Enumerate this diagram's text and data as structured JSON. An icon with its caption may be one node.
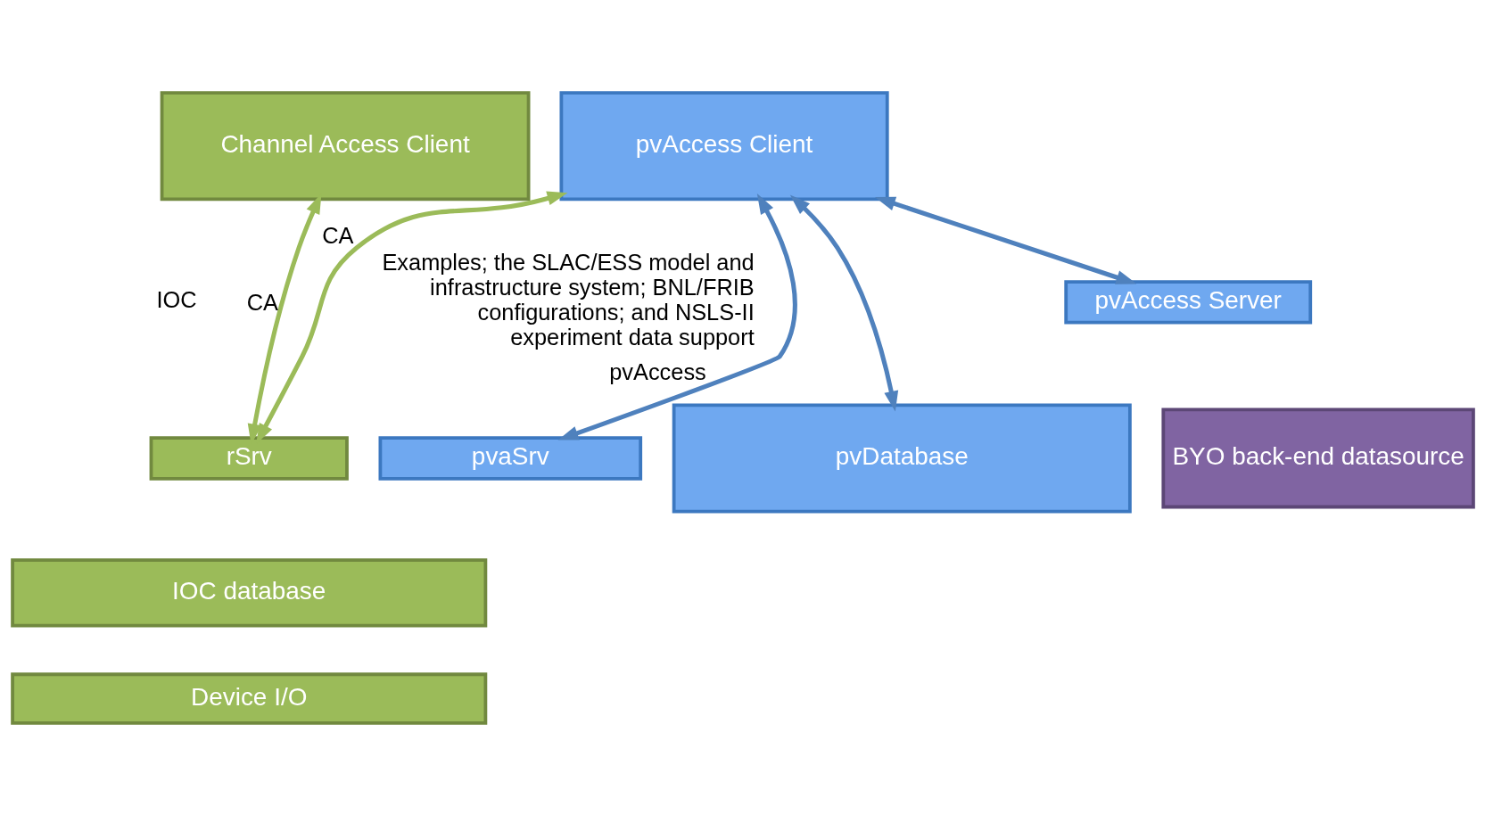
{
  "diagram": {
    "nodes": [
      {
        "text": [
          "Channel Access Client"
        ]
      },
      {
        "text": [
          "pvAccess Client"
        ]
      },
      {
        "text": [
          "rSrv"
        ]
      },
      {
        "text": [
          "pvaSrv"
        ]
      },
      {
        "text": [
          "IOC database"
        ]
      },
      {
        "text": [
          "pvDatabase"
        ]
      },
      {
        "text": [
          "Device I/O"
        ]
      },
      {
        "text": [
          "pvAccess Server"
        ]
      },
      {
        "text": [
          "BYO back-end datasource"
        ]
      }
    ],
    "edges": [
      {
        "from": 0,
        "to": 2,
        "arrow": "both",
        "label": "CA",
        "color": "#9bbb59"
      },
      {
        "from": 1,
        "to": 2,
        "arrow": "both",
        "label": "CA",
        "color": "#9bbb59"
      },
      {
        "from": 1,
        "to": 3,
        "arrow": "both",
        "label": "pvAccess"
      },
      {
        "from": 1,
        "to": 5,
        "arrow": "both"
      },
      {
        "from": 1,
        "to": 7,
        "arrow": "both"
      }
    ],
    "labels": [
      "Examples; the SLAC/ESS model and infrastructure system; BNL/FRIB configurations; and NSLS-II experiment data support",
      "IOC"
    ]
  }
}
